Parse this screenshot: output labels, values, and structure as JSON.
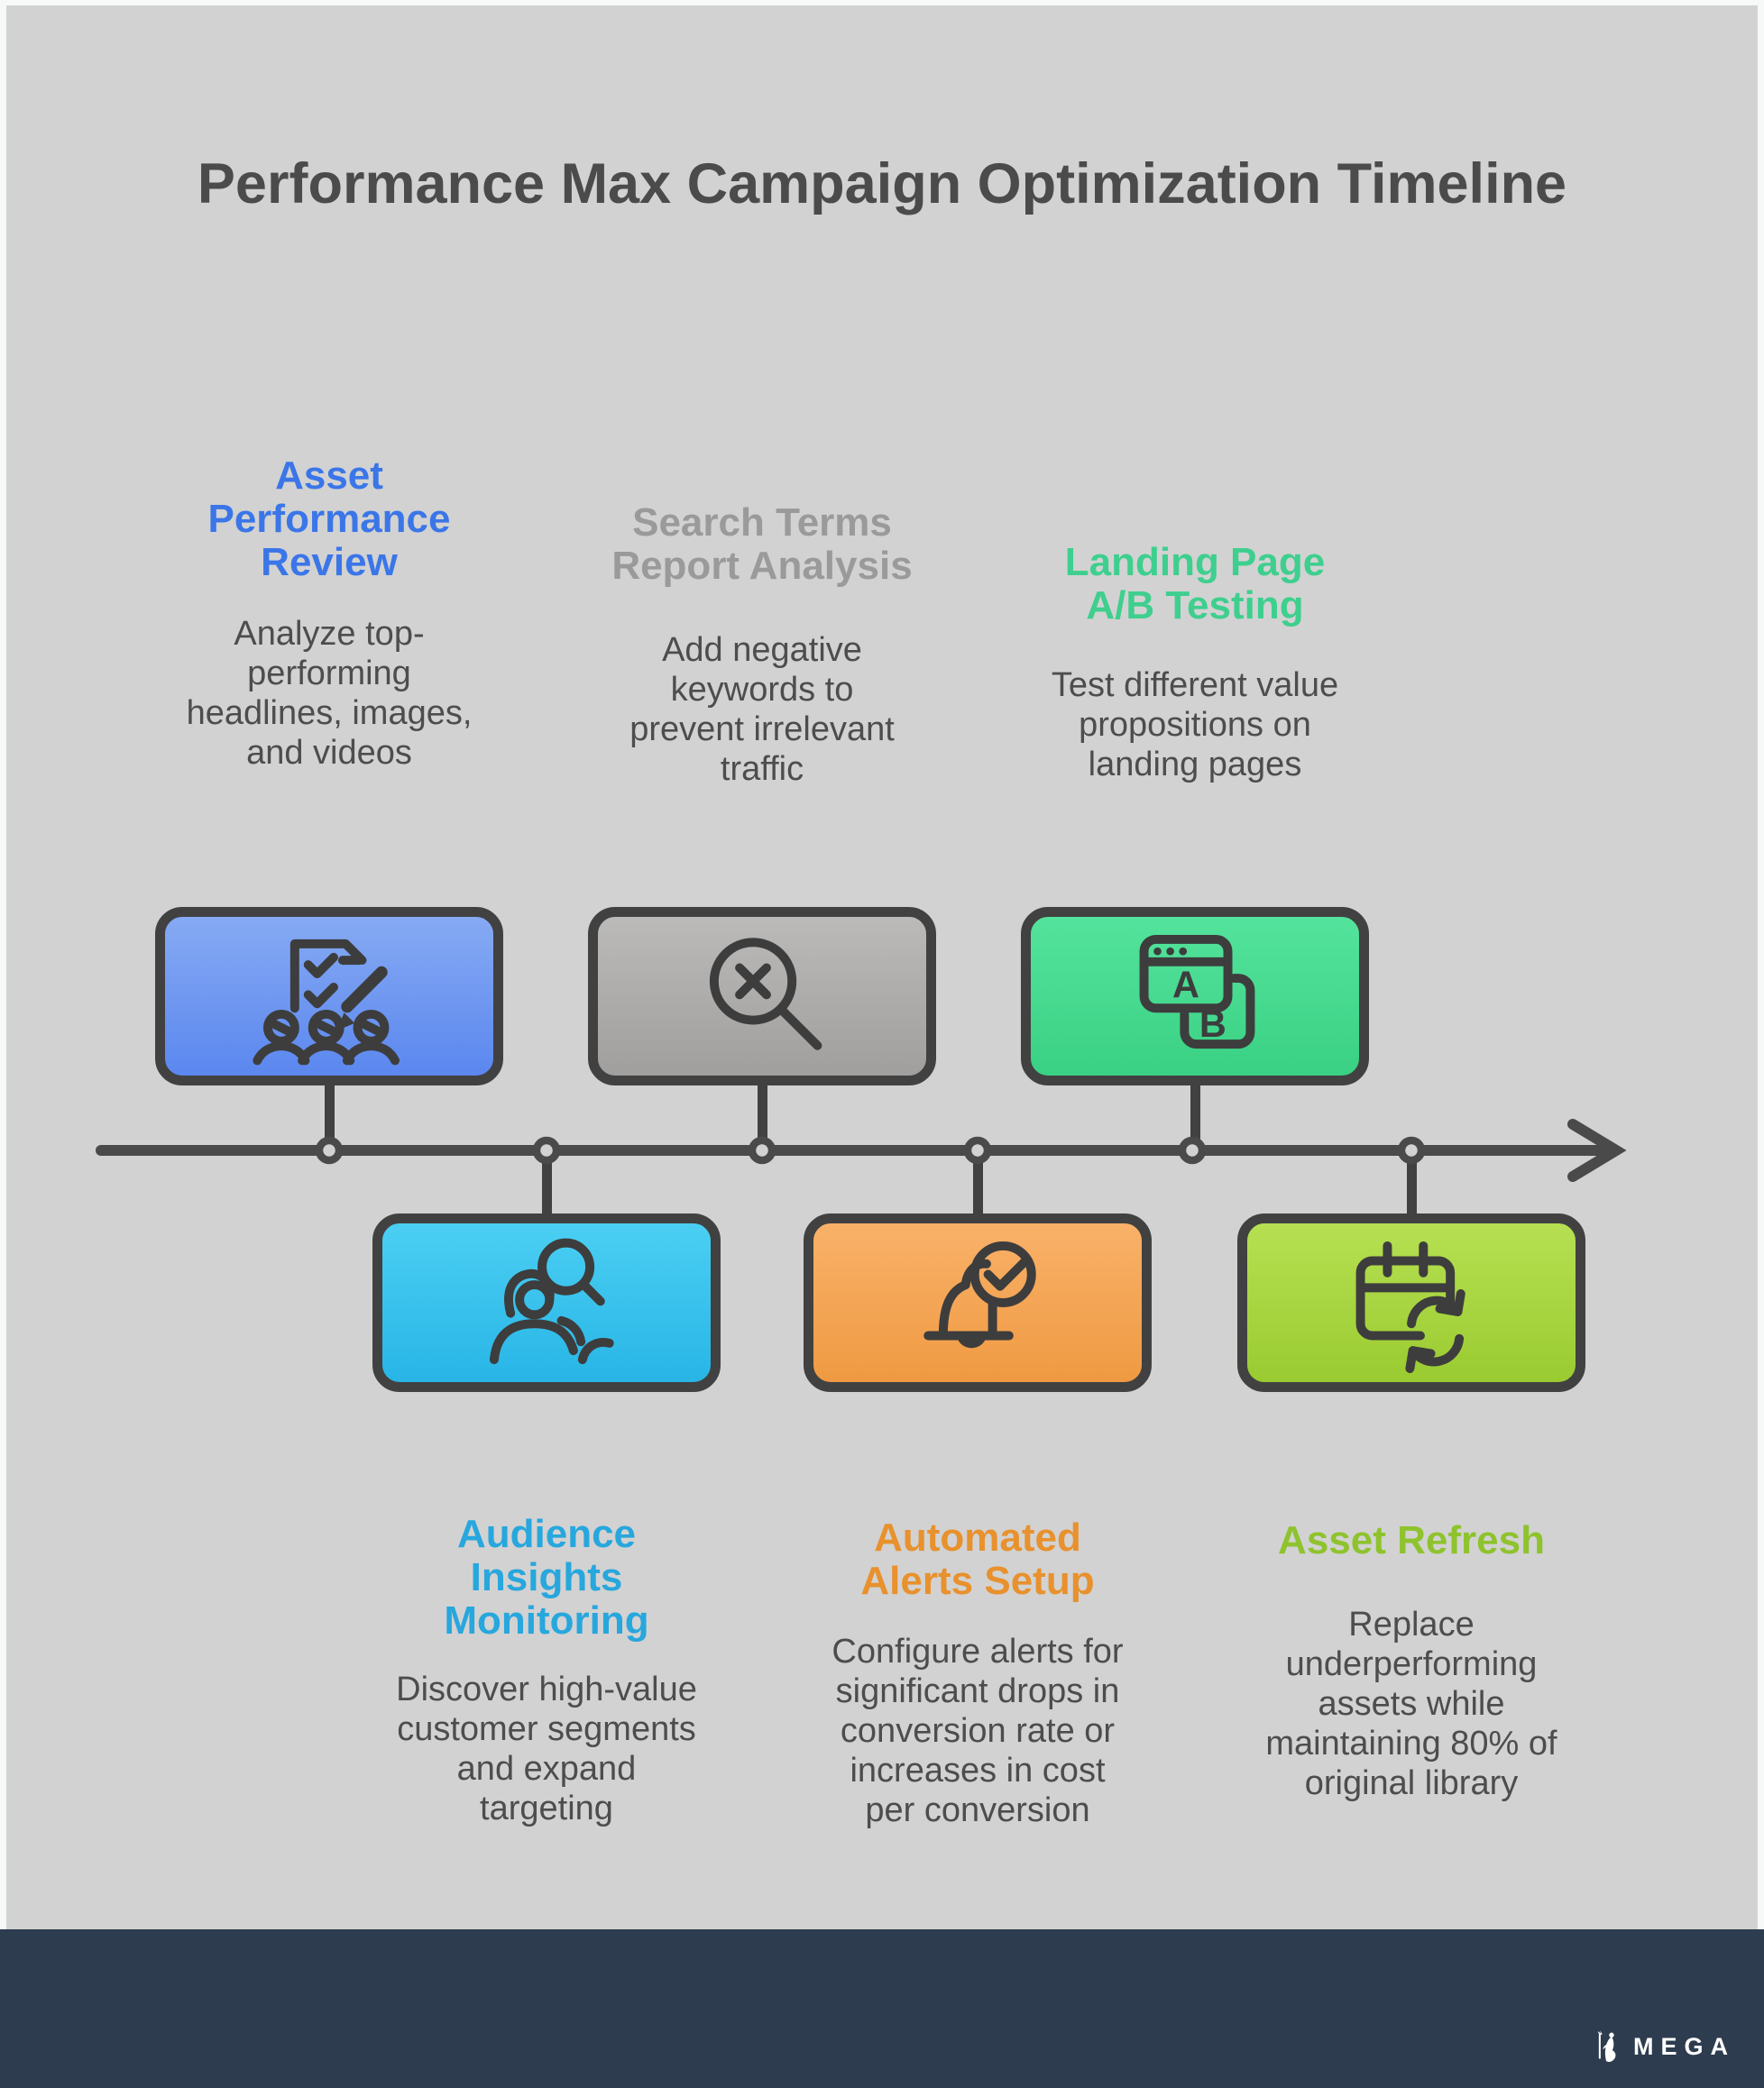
{
  "title": "Performance Max Campaign Optimization Timeline",
  "colors": {
    "background": "#d2d2d2",
    "frame": "#f7f9f9",
    "heading_text": "#4b4b4b",
    "body_text": "#4d4d4d",
    "axis": "#4a4a4a",
    "box_border": "#414141",
    "footer_background": "#2d3c4e"
  },
  "timeline": {
    "direction": "left-to-right",
    "node_count": 6,
    "arrow_icon": "right-arrow-icon"
  },
  "milestones": [
    {
      "title": "Asset Performance Review",
      "description": "Analyze top-performing headlines, images, and videos",
      "accent": "#3b76e8",
      "icon": "checklist-people-icon",
      "row": "top"
    },
    {
      "title": "Search Terms Report Analysis",
      "description": "Add negative keywords to prevent irrelevant traffic",
      "accent": "#9a9a9a",
      "icon": "search-exclude-icon",
      "row": "top"
    },
    {
      "title": "Landing Page A/B Testing",
      "description": "Test different value propositions on landing pages",
      "accent": "#3ecf8e",
      "icon": "ab-test-windows-icon",
      "row": "top"
    },
    {
      "title": "Audience Insights Monitoring",
      "description": "Discover high-value customer segments and expand targeting",
      "accent": "#27a7dd",
      "icon": "audience-search-icon",
      "row": "bottom"
    },
    {
      "title": "Automated Alerts Setup",
      "description": "Configure alerts for significant drops in conversion rate or increases in cost per conversion",
      "accent": "#e8912d",
      "icon": "alert-bell-check-icon",
      "row": "bottom"
    },
    {
      "title": "Asset Refresh",
      "description": "Replace underperforming assets while maintaining 80% of original library",
      "accent": "#8ec32d",
      "icon": "calendar-refresh-icon",
      "row": "bottom"
    }
  ],
  "footer": {
    "brand": "MEGA",
    "logo_icon": "mage-figure-icon"
  }
}
